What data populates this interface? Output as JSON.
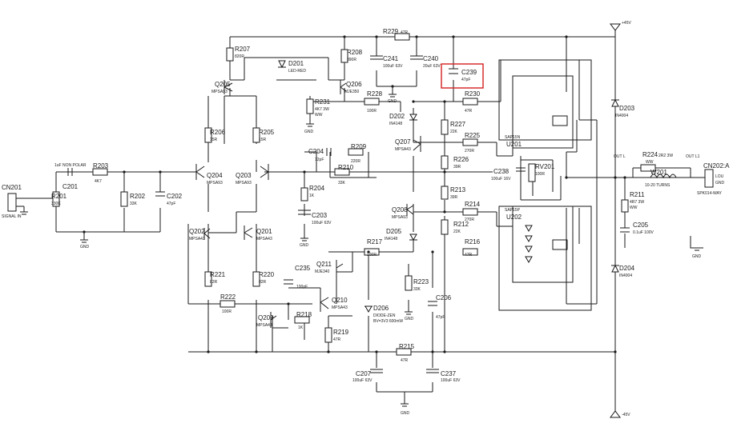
{
  "labels": {
    "cn201": "CN201",
    "signal_in": "SIGNAL IN",
    "cn202": "CN202:A",
    "spk": "SPK014-WAY",
    "lou": "LOU",
    "gnd_pin": "GND",
    "p45": "+45V",
    "m45": "-45V",
    "out_l": "OUT L",
    "out_l1": "OUT L1",
    "gnd": "GND",
    "nonpolar": "1uF NON POLAR"
  },
  "resistors": [
    {
      "ref": "R229",
      "value": "47R"
    },
    {
      "ref": "R207",
      "value": "820R"
    },
    {
      "ref": "R208",
      "value": "390R"
    },
    {
      "ref": "R231",
      "value": "4K7 3W",
      "extra": "WW"
    },
    {
      "ref": "R228",
      "value": "100R"
    },
    {
      "ref": "R230",
      "value": "47R"
    },
    {
      "ref": "R206",
      "value": "15R"
    },
    {
      "ref": "R205",
      "value": "15R"
    },
    {
      "ref": "R227",
      "value": "22K"
    },
    {
      "ref": "R225",
      "value": "270R"
    },
    {
      "ref": "R226",
      "value": "39R"
    },
    {
      "ref": "R209",
      "value": "220R"
    },
    {
      "ref": "R210",
      "value": "33K"
    },
    {
      "ref": "R203",
      "value": "4K7"
    },
    {
      "ref": "R201",
      "value": "330K"
    },
    {
      "ref": "R202",
      "value": "33K"
    },
    {
      "ref": "R204",
      "value": "1K"
    },
    {
      "ref": "R213",
      "value": "39R"
    },
    {
      "ref": "R214",
      "value": "270R"
    },
    {
      "ref": "R212",
      "value": "22K"
    },
    {
      "ref": "R217",
      "value": "100R"
    },
    {
      "ref": "R216",
      "value": "47R"
    },
    {
      "ref": "R221",
      "value": "82R"
    },
    {
      "ref": "R220",
      "value": "82R"
    },
    {
      "ref": "R222",
      "value": "100R"
    },
    {
      "ref": "R223",
      "value": "33K"
    },
    {
      "ref": "R218",
      "value": "1K"
    },
    {
      "ref": "R219",
      "value": "47R"
    },
    {
      "ref": "R215",
      "value": "47R"
    },
    {
      "ref": "R224",
      "value": "2R2 3W",
      "extra": "WW"
    },
    {
      "ref": "R211",
      "value": "4R7 3W",
      "extra": "WW"
    }
  ],
  "capacitors": [
    {
      "ref": "C241",
      "value": "100uF 63V"
    },
    {
      "ref": "C240",
      "value": "20uF 63V"
    },
    {
      "ref": "C239",
      "value": "47pF"
    },
    {
      "ref": "C204",
      "value": "12pF"
    },
    {
      "ref": "C201",
      "value": ""
    },
    {
      "ref": "C202",
      "value": "47pF"
    },
    {
      "ref": "C203",
      "value": "100uF 63V"
    },
    {
      "ref": "C238",
      "value": "100uF 16V"
    },
    {
      "ref": "C235",
      "value": "100pF"
    },
    {
      "ref": "C206",
      "value": "47pF"
    },
    {
      "ref": "C207",
      "value": "100uF 63V"
    },
    {
      "ref": "C237",
      "value": "100uF 63V"
    },
    {
      "ref": "C205",
      "value": "0.1uF 100V"
    }
  ],
  "transistors": [
    {
      "ref": "Q205",
      "type": "MPSA93"
    },
    {
      "ref": "Q206",
      "type": "MJE350"
    },
    {
      "ref": "Q207",
      "type": "MPSA43"
    },
    {
      "ref": "Q204",
      "type": "MPSA93"
    },
    {
      "ref": "Q203",
      "type": "MPSA93"
    },
    {
      "ref": "Q208",
      "type": "MPSA93"
    },
    {
      "ref": "Q202",
      "type": "MPSA43"
    },
    {
      "ref": "Q201",
      "type": "MPSA43"
    },
    {
      "ref": "Q211",
      "type": "MJE340"
    },
    {
      "ref": "Q210",
      "type": "MPSA43"
    },
    {
      "ref": "Q209",
      "type": "MPSA43"
    }
  ],
  "diodes": [
    {
      "ref": "D201",
      "type": "LED-RED"
    },
    {
      "ref": "D202",
      "type": "IN4148"
    },
    {
      "ref": "D205",
      "type": "IN4148"
    },
    {
      "ref": "D206",
      "type": "DIODE-ZEN",
      "extra": "BV=3V3 600mW"
    },
    {
      "ref": "D203",
      "type": "IN4004"
    },
    {
      "ref": "D204",
      "type": "IN4004"
    }
  ],
  "ics": [
    {
      "ref": "U201",
      "type": "SAP15N"
    },
    {
      "ref": "U202",
      "type": "SAP15P"
    }
  ],
  "pots": [
    {
      "ref": "RV201",
      "value": "100R"
    }
  ],
  "inductors": [
    {
      "ref": "W201",
      "value": "10-20 TURNS",
      "extra": "WW"
    }
  ],
  "highlight": {
    "ref": "C239",
    "color": "#d42020"
  }
}
